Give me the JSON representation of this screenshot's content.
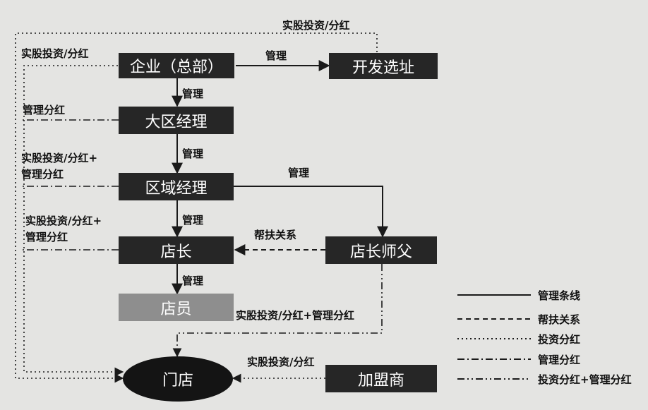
{
  "nodes": {
    "enterprise": "企业（总部）",
    "site_dev": "开发选址",
    "region_manager": "大区经理",
    "area_manager": "区域经理",
    "store_manager": "店长",
    "mentor": "店长师父",
    "staff": "店员",
    "store": "门店",
    "franchisee": "加盟商"
  },
  "edge_labels": {
    "top_investment": "实股投资/分红",
    "left_investment": "实股投资/分红",
    "enterprise_to_site": "管理",
    "enterprise_to_region": "管理",
    "region_to_area": "管理",
    "area_to_mentor": "管理",
    "area_to_store_manager": "管理",
    "mentor_support": "帮扶关系",
    "store_manager_to_staff": "管理",
    "region_dividend": "管理分红",
    "area_dividend_1": "实股投资/分红+",
    "area_dividend_2": "管理分红",
    "manager_dividend_1": "实股投资/分红+",
    "manager_dividend_2": "管理分红",
    "mentor_to_store": "实股投资/分红+管理分红",
    "franchisee_to_store": "实股投资/分红"
  },
  "legend": [
    {
      "label": "管理条线",
      "style": "solid"
    },
    {
      "label": "帮扶关系",
      "style": "dashed"
    },
    {
      "label": "投资分红",
      "style": "dotted"
    },
    {
      "label": "管理分红",
      "style": "dash-dot"
    },
    {
      "label": "投资分红+管理分红",
      "style": "dash-dot-dot"
    }
  ],
  "colors": {
    "background": "#e4e4e2",
    "node": "#262626",
    "staff_node": "#8e8e8e",
    "line": "#1a1a1a"
  }
}
